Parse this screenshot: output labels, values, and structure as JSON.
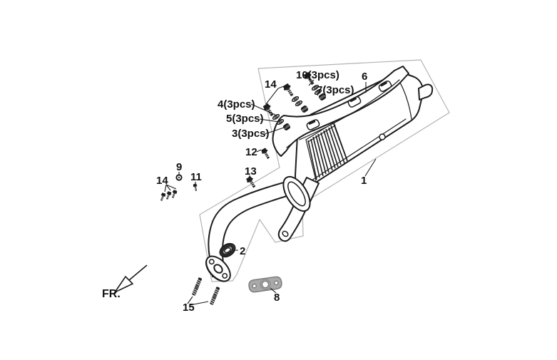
{
  "callouts": {
    "part_1": "1",
    "part_2": "2",
    "part_3": "3(3pcs)",
    "part_4": "4(3pcs)",
    "part_5": "5(3pcs)",
    "part_6": "6",
    "part_7": "7(3pcs)",
    "part_8": "8",
    "part_9": "9",
    "part_10": "10(3pcs)",
    "part_11": "11",
    "part_12": "12",
    "part_13": "13",
    "part_14_top": "14",
    "part_14_left": "14",
    "part_15": "15",
    "front_marker": "FR."
  },
  "colors": {
    "ink": "#1c1c1c",
    "boundary": "#b3b3b3",
    "gasket_gray": "#a9a9a9",
    "gasket_gray_edge": "#7e7e7e",
    "background": "#ffffff",
    "label": "#111111"
  }
}
